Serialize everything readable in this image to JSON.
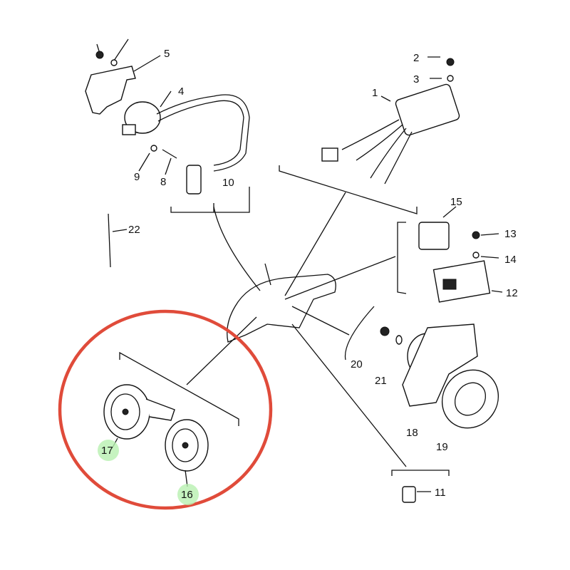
{
  "diagram": {
    "highlight_color": "#e04b3a",
    "badge_color": "#b8f0b0",
    "callouts": {
      "c1": "1",
      "c2": "2",
      "c3": "3",
      "c4": "4",
      "c5": "5",
      "c8": "8",
      "c9": "9",
      "c10": "10",
      "c11": "11",
      "c12": "12",
      "c13": "13",
      "c14": "14",
      "c15": "15",
      "c16": "16",
      "c17": "17",
      "c18": "18",
      "c19": "19",
      "c20": "20",
      "c21": "21",
      "c22": "22"
    }
  }
}
